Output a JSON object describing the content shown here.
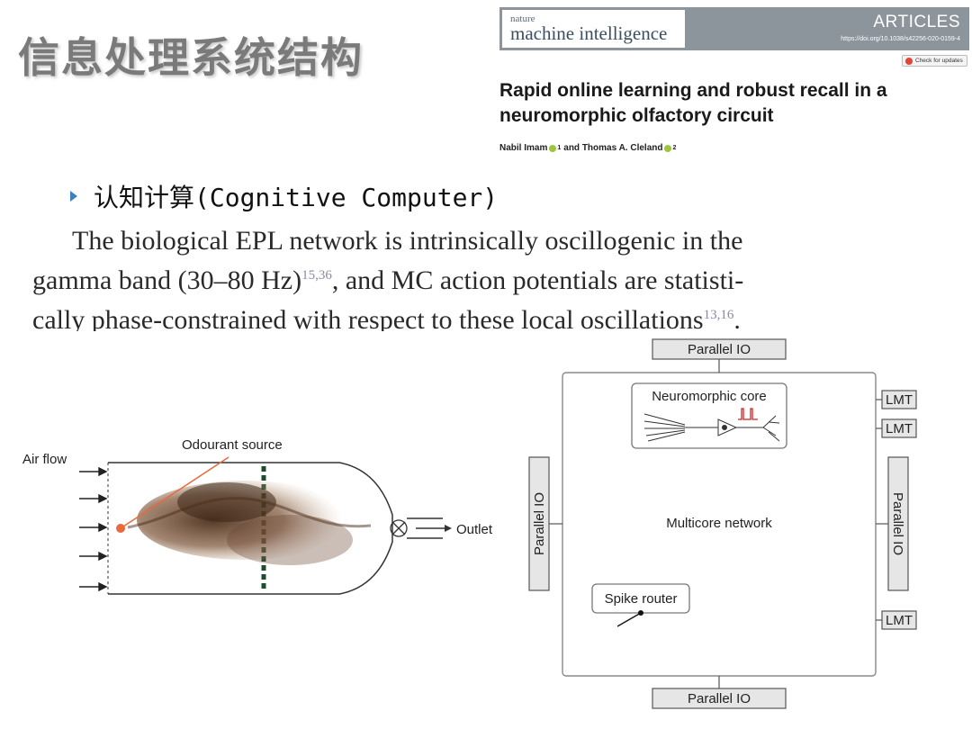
{
  "slide": {
    "title": "信息处理系统结构",
    "bullet": "认知计算(Cognitive Computer)"
  },
  "paper": {
    "journal_small": "nature",
    "journal_big": "machine intelligence",
    "section": "ARTICLES",
    "doi": "https://doi.org/10.1038/s42256-020-0159-4",
    "check_updates": "Check for updates",
    "title": "Rapid online learning and robust recall in a neuromorphic olfactory circuit",
    "author1": "Nabil Imam",
    "author1_sup": "1",
    "author_and": "and Thomas A. Cleland",
    "author2_sup": "2"
  },
  "excerpt": {
    "line1": "The biological EPL network is intrinsically oscillogenic in the",
    "line2_a": "gamma band (30–80 Hz)",
    "line2_sup": "15,36",
    "line2_b": ", and MC action potentials are statisti-",
    "line3_a": "cally phase-constrained with respect to these local oscillations",
    "line3_sup": "13,16",
    "line3_b": "."
  },
  "olfactory_figure": {
    "air_flow": "Air flow",
    "odourant_source": "Odourant source",
    "outlet": "Outlet"
  },
  "neuro_figure": {
    "parallel_io_top": "Parallel IO",
    "parallel_io_bottom": "Parallel IO",
    "parallel_io_left": "Parallel IO",
    "parallel_io_right": "Parallel IO",
    "neuromorphic_core": "Neuromorphic core",
    "multicore_network": "Multicore network",
    "spike_router": "Spike router",
    "lmt_1": "LMT",
    "lmt_2": "LMT",
    "lmt_3": "LMT"
  },
  "colors": {
    "title_gray": "#7a7a7a",
    "bullet_blue": "#3d7fc1",
    "banner_gray": "#8c959c",
    "core_blue": "#3a3aa8",
    "highlight_blue": "#8888e8",
    "router_gray": "#c8c8c8",
    "odour_line": "#e86a3a"
  },
  "icons": {
    "bullet": "triangle-right-icon",
    "orcid": "orcid-icon",
    "check_updates": "crossmark-icon"
  }
}
